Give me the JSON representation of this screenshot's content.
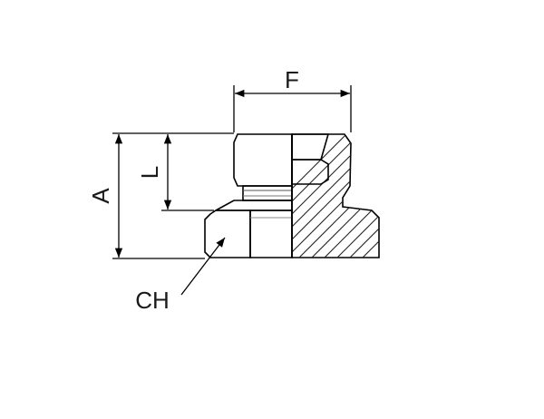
{
  "labels": {
    "F": "F",
    "A": "A",
    "L": "L",
    "CH": "CH"
  }
}
